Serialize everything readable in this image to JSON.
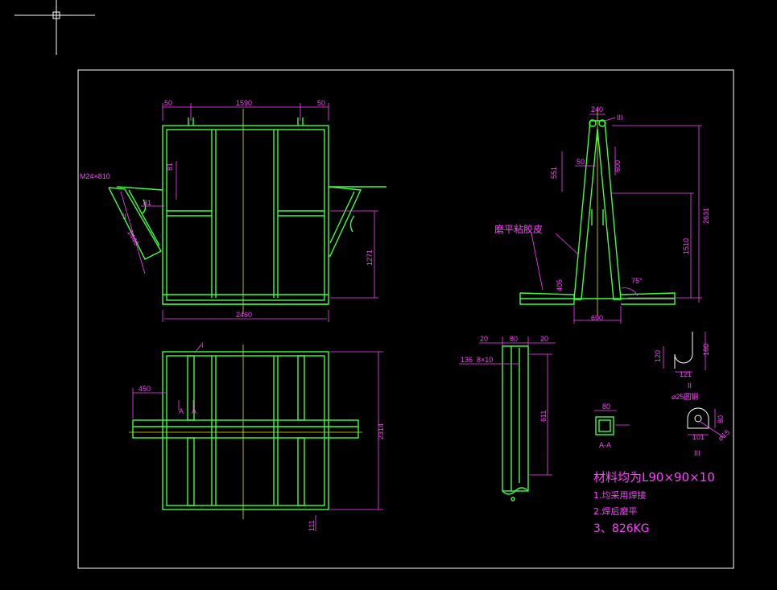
{
  "dimensions": {
    "front_top_left": "50",
    "front_top_mid": "1590",
    "front_top_right": "50",
    "front_bolt": "M24×810",
    "front_v81": "81",
    "front_h81": "81",
    "front_leg": "1440",
    "front_mark_II": "II",
    "front_1271": "1271",
    "front_width": "2460",
    "plan_mark_I": "I",
    "plan_450": "450",
    "plan_section_a1": "A",
    "plan_section_a2": "A",
    "plan_2314": "2314",
    "plan_111": "111",
    "side_top": "240",
    "side_mark_III": "III",
    "side_551": "551",
    "side_50": "50",
    "side_600": "600",
    "side_2631": "2631",
    "side_1510": "1510",
    "side_405": "405",
    "side_angle": "75°",
    "side_base": "690",
    "side_label_rubber": "磨平粘胶皮",
    "detail_20a": "20",
    "detail_80": "80",
    "detail_20b": "20",
    "detail_136": "136",
    "detail_spacing": "8×10",
    "detail_611": "611",
    "hook_120": "120",
    "hook_180": "180",
    "hook_121": "121",
    "hook_mark": "II",
    "hook_material": "⌀25圆钢",
    "aa_80": "80",
    "aa_label": "A-A",
    "iii_80": "80",
    "iii_101": "101",
    "iii_r": "⌀15",
    "iii_mark": "III"
  },
  "notes": {
    "material": "材料均为L90×90×10",
    "note1": "1.均采用焊接",
    "note2": "2.焊后磨平",
    "weight": "3、826KG"
  },
  "colors": {
    "background": "#000000",
    "geometry": "#3cff3c",
    "dimension": "#ff40ff",
    "centerline": "#e6e600",
    "frame": "#ffffff"
  }
}
